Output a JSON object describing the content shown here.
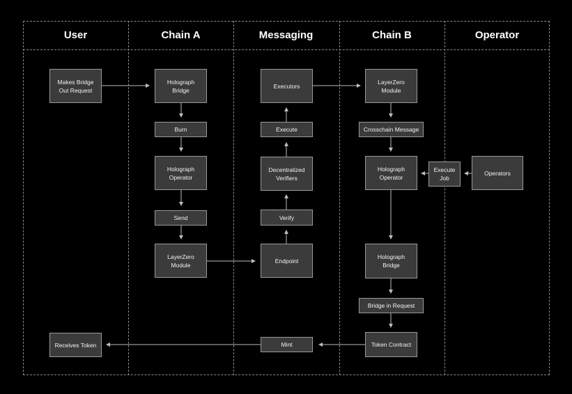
{
  "lanes": {
    "user": "User",
    "chain_a": "Chain A",
    "messaging": "Messaging",
    "chain_b": "Chain B",
    "operator": "Operator"
  },
  "nodes": {
    "makes_bridge_out_request": "Makes Bridge\nOut Request",
    "receives_token": "Receives Token",
    "holograph_bridge_a": "Holograph\nBridge",
    "burn": "Burn",
    "holograph_operator_a": "Holograph\nOperator",
    "send": "Send",
    "layerzero_module_a": "LayerZero\nModule",
    "executors": "Executors",
    "execute": "Execute",
    "decentralized_verifiers": "Decentralized\nVerifiers",
    "verify": "Verify",
    "endpoint": "Endpoint",
    "mint": "Mint",
    "layerzero_module_b": "LayerZero\nModule",
    "crosschain_message": "Crosschain Message",
    "holograph_operator_b": "Holograph\nOperator",
    "holograph_bridge_b": "Holograph\nBridge",
    "bridge_in_request": "Bridge in Request",
    "token_contract": "Token Contract",
    "execute_job": "Execute\nJob",
    "operators": "Operators"
  }
}
